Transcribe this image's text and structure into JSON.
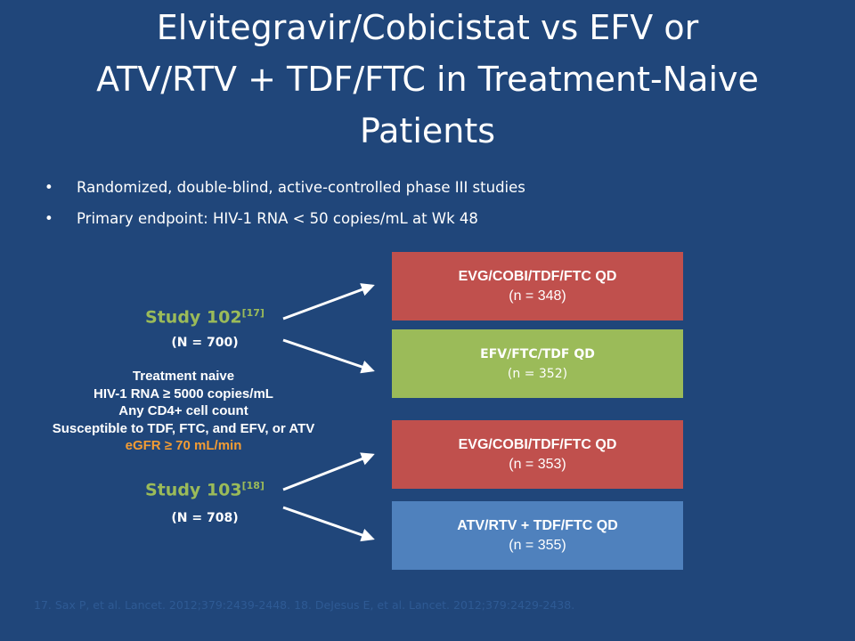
{
  "title": {
    "line1": "Elvitegravir/Cobicistat vs EFV or",
    "line2": "ATV/RTV + TDF/FTC in Treatment-Naive",
    "line3": "Patients"
  },
  "bullets": [
    "Randomized, double-blind, active-controlled phase III studies",
    "Primary endpoint: HIV-1 RNA < 50 copies/mL at Wk 48"
  ],
  "bullet_glyph": "•",
  "study102": {
    "name": "Study 102",
    "ref": "[17]",
    "n": "(N = 700)"
  },
  "study103": {
    "name": "Study 103",
    "ref": "[18]",
    "n": "(N = 708)"
  },
  "criteria": {
    "line1": "Treatment naive",
    "line2": "HIV-1 RNA ≥ 5000 copies/mL",
    "line3": "Any CD4+ cell count",
    "line4": "Susceptible to TDF, FTC, and EFV, or ATV",
    "line5": "eGFR ≥ 70 mL/min"
  },
  "arms": [
    {
      "label": "EVG/COBI/TDF/FTC QD",
      "n": "(n = 348)",
      "color": "#c0504d"
    },
    {
      "label": "EFV/FTC/TDF QD",
      "n": "(n = 352)",
      "color": "#9bbb59"
    },
    {
      "label": "EVG/COBI/TDF/FTC QD",
      "n": "(n = 353)",
      "color": "#c0504d"
    },
    {
      "label": "ATV/RTV + TDF/FTC QD",
      "n": "(n = 355)",
      "color": "#4f81bd"
    }
  ],
  "colors": {
    "background": "#20467a",
    "study_title": "#9bbb59",
    "egfr": "#f39c33",
    "footnote": "#2e5a94"
  },
  "footnote": "17. Sax P, et al. Lancet. 2012;379:2439-2448. 18. DeJesus E, et al. Lancet. 2012;379:2429-2438."
}
